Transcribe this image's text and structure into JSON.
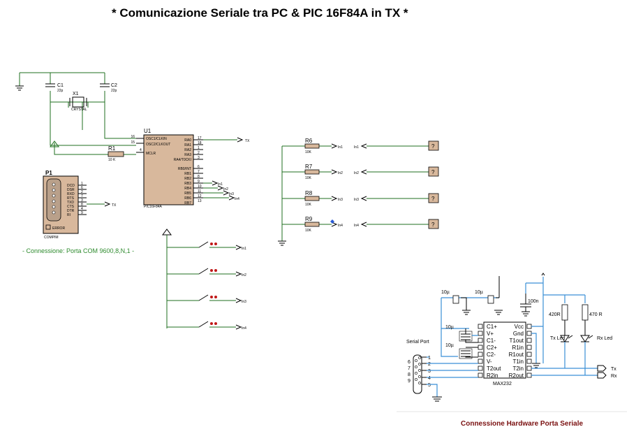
{
  "title": "* Comunicazione Seriale tra PC & PIC 16F84A in TX *",
  "connection_note": "- Connessione: Porta COM 9600,8,N,1 -",
  "hardware_caption": "Connessione Hardware Porta Seriale",
  "oscillator": {
    "c1_ref": "C1",
    "c1_value": "22p",
    "c2_ref": "C2",
    "c2_value": "22p",
    "x1_ref": "X1",
    "x1_value": "CRYSTAL"
  },
  "reset_resistor": {
    "ref": "R1",
    "value": "10 K"
  },
  "mcu": {
    "ref": "U1",
    "part": "PIC16F84A",
    "left_pins": [
      {
        "num": "16",
        "name": "OSC1/CLKIN"
      },
      {
        "num": "15",
        "name": "OSC2/CLKOUT"
      },
      {
        "num": "4",
        "name": "MCLR"
      }
    ],
    "right_pins": [
      {
        "num": "17",
        "name": "RA0"
      },
      {
        "num": "18",
        "name": "RA1"
      },
      {
        "num": "1",
        "name": "RA2"
      },
      {
        "num": "2",
        "name": "RA3"
      },
      {
        "num": "3",
        "name": "RA4/T0CKI"
      },
      {
        "num": "6",
        "name": "RB0/INT"
      },
      {
        "num": "7",
        "name": "RB1"
      },
      {
        "num": "8",
        "name": "RB2"
      },
      {
        "num": "9",
        "name": "RB3"
      },
      {
        "num": "10",
        "name": "RB4"
      },
      {
        "num": "11",
        "name": "RB5"
      },
      {
        "num": "12",
        "name": "RB6"
      },
      {
        "num": "13",
        "name": "RB7"
      }
    ],
    "tx_label": "TX",
    "port_labels": [
      "In1",
      "In2",
      "In3",
      "In4"
    ]
  },
  "com_port": {
    "ref": "P1",
    "part": "COMPIM",
    "pins": [
      "DCD",
      "DSR",
      "RXD",
      "RTS",
      "TXD",
      "CTS",
      "DTR",
      "RI"
    ],
    "pin_nums": [
      "1",
      "6",
      "2",
      "7",
      "3",
      "8",
      "4",
      "9"
    ],
    "error_label": "ERROR",
    "tx_label": "TX"
  },
  "input_resistors": [
    {
      "ref": "R6",
      "value": "10K",
      "in": "In1",
      "probe": "?"
    },
    {
      "ref": "R7",
      "value": "10K",
      "in": "In2",
      "probe": "?"
    },
    {
      "ref": "R8",
      "value": "10K",
      "in": "In3",
      "probe": "?"
    },
    {
      "ref": "R9",
      "value": "10K",
      "in": "In4",
      "probe": "?"
    }
  ],
  "switch_labels": [
    "In1",
    "In2",
    "In3",
    "In4"
  ],
  "max232": {
    "part": "MAX232",
    "left_pins": [
      "C1+",
      "V+",
      "C1-",
      "C2+",
      "C2-",
      "V-",
      "T2out",
      "R2in"
    ],
    "right_pins": [
      "Vcc",
      "Gnd",
      "T1out",
      "R1in",
      "R1out",
      "T1in",
      "T2in",
      "R2out"
    ],
    "cap_labels": [
      "10µ",
      "10µ",
      "10µ",
      "10µ",
      "100n"
    ],
    "resistor_labels": [
      "420R",
      "470 R"
    ],
    "led_labels": [
      "Tx Led",
      "Rx Led"
    ],
    "serial_port_label": "Serial Port",
    "db9_left_nums": [
      "6",
      "7",
      "8",
      "9"
    ],
    "db9_right_nums": [
      "1",
      "2",
      "3",
      "4",
      "5"
    ],
    "tx_label": "Tx",
    "rx_label": "Rx"
  }
}
